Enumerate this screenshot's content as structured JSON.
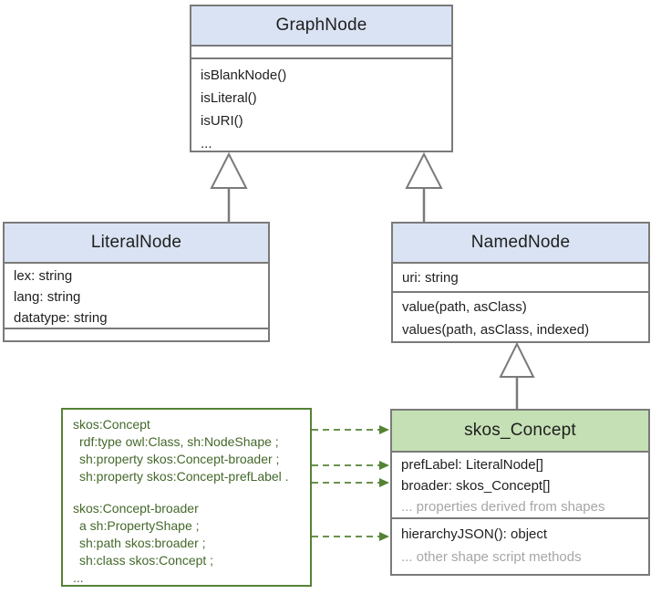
{
  "classes": {
    "graph_node": {
      "name": "GraphNode",
      "attributes": [],
      "methods": [
        "isBlankNode()",
        "isLiteral()",
        "isURI()",
        "..."
      ]
    },
    "literal_node": {
      "name": "LiteralNode",
      "attributes": [
        "lex: string",
        "lang: string",
        "datatype: string"
      ],
      "methods": []
    },
    "named_node": {
      "name": "NamedNode",
      "attributes": [
        "uri: string"
      ],
      "methods": [
        "value(path, asClass)",
        "values(path, asClass, indexed)"
      ]
    },
    "skos_concept": {
      "name": "skos_Concept",
      "attributes": [
        "prefLabel: LiteralNode[]",
        "broader: skos_Concept[]"
      ],
      "attributes_note": "... properties derived from shapes",
      "methods": [
        "hierarchyJSON(): object"
      ],
      "methods_note": "... other shape script methods"
    }
  },
  "code_box": {
    "lines": [
      "skos:Concept",
      "rdf:type owl:Class, sh:NodeShape ;",
      "sh:property skos:Concept-broader ;",
      "sh:property skos:Concept-prefLabel .",
      "",
      "skos:Concept-broader",
      "a sh:PropertyShape ;",
      "sh:path skos:broader ;",
      "sh:class skos:Concept ;",
      "..."
    ]
  },
  "relationships": [
    {
      "from": "LiteralNode",
      "to": "GraphNode",
      "type": "inheritance"
    },
    {
      "from": "NamedNode",
      "to": "GraphNode",
      "type": "inheritance"
    },
    {
      "from": "skos_Concept",
      "to": "NamedNode",
      "type": "inheritance"
    },
    {
      "from": "shape-definition-code",
      "to": "skos_Concept",
      "type": "derived-from-shapes",
      "arrow_count": 4
    }
  ],
  "colors": {
    "class_header_blue": "#dae3f3",
    "class_header_green": "#c5e0b4",
    "box_border_gray": "#7a7a7a",
    "green_accent": "#548235",
    "code_text_green": "#44682a",
    "muted_note_gray": "#a6a6a6"
  }
}
